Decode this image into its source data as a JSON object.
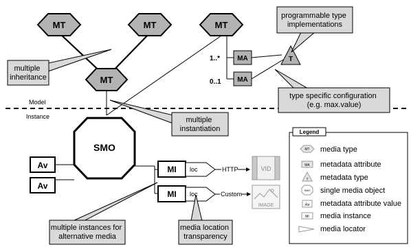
{
  "nodes": {
    "mt_top_left": "MT",
    "mt_top_mid": "MT",
    "mt_center": "MT",
    "mt_top_right": "MT",
    "ma_upper": "MA",
    "ma_lower": "MA",
    "t": "T",
    "smo": "SMO",
    "av_upper": "Av",
    "av_lower": "Av",
    "mi_upper": "MI",
    "mi_lower": "MI"
  },
  "multiplicities": {
    "upper": "1..*",
    "lower": "0..1"
  },
  "divider": {
    "model": "Model",
    "instance": "Instance"
  },
  "locators": {
    "upper_loc": "loc",
    "lower_loc": "loc",
    "upper_protocol": "HTTP",
    "lower_protocol": "Custom"
  },
  "media_icons": {
    "video": "VID",
    "image": "IMAGE"
  },
  "callouts": {
    "multiple_inheritance": [
      "multiple",
      "inheritance"
    ],
    "programmable_type": [
      "programmable type",
      "implementations"
    ],
    "type_specific": [
      "type specific configuration",
      "(e.g. max.value)"
    ],
    "multiple_instantiation": [
      "multiple",
      "instantiation"
    ],
    "multiple_instances": [
      "multiple instances for",
      "alternative media"
    ],
    "location_transparency": [
      "media location",
      "transparency"
    ]
  },
  "legend": {
    "title": "Legend",
    "items": [
      {
        "icon": "MT",
        "label": "media type"
      },
      {
        "icon": "MA",
        "label": "metadata attribute"
      },
      {
        "icon": "T",
        "label": "metadata type"
      },
      {
        "icon": "SMO",
        "label": "single media object"
      },
      {
        "icon": "Av",
        "label": "metadata attribute value"
      },
      {
        "icon": "MI",
        "label": "media instance"
      },
      {
        "icon": "",
        "label": "media locator"
      }
    ]
  },
  "colors": {
    "node_fill": "#b3b3b3",
    "callout_fill": "#d9d9d9",
    "icon_fill": "#e6e6e6",
    "icon_stroke": "#9a9a9a",
    "line": "#000000"
  }
}
